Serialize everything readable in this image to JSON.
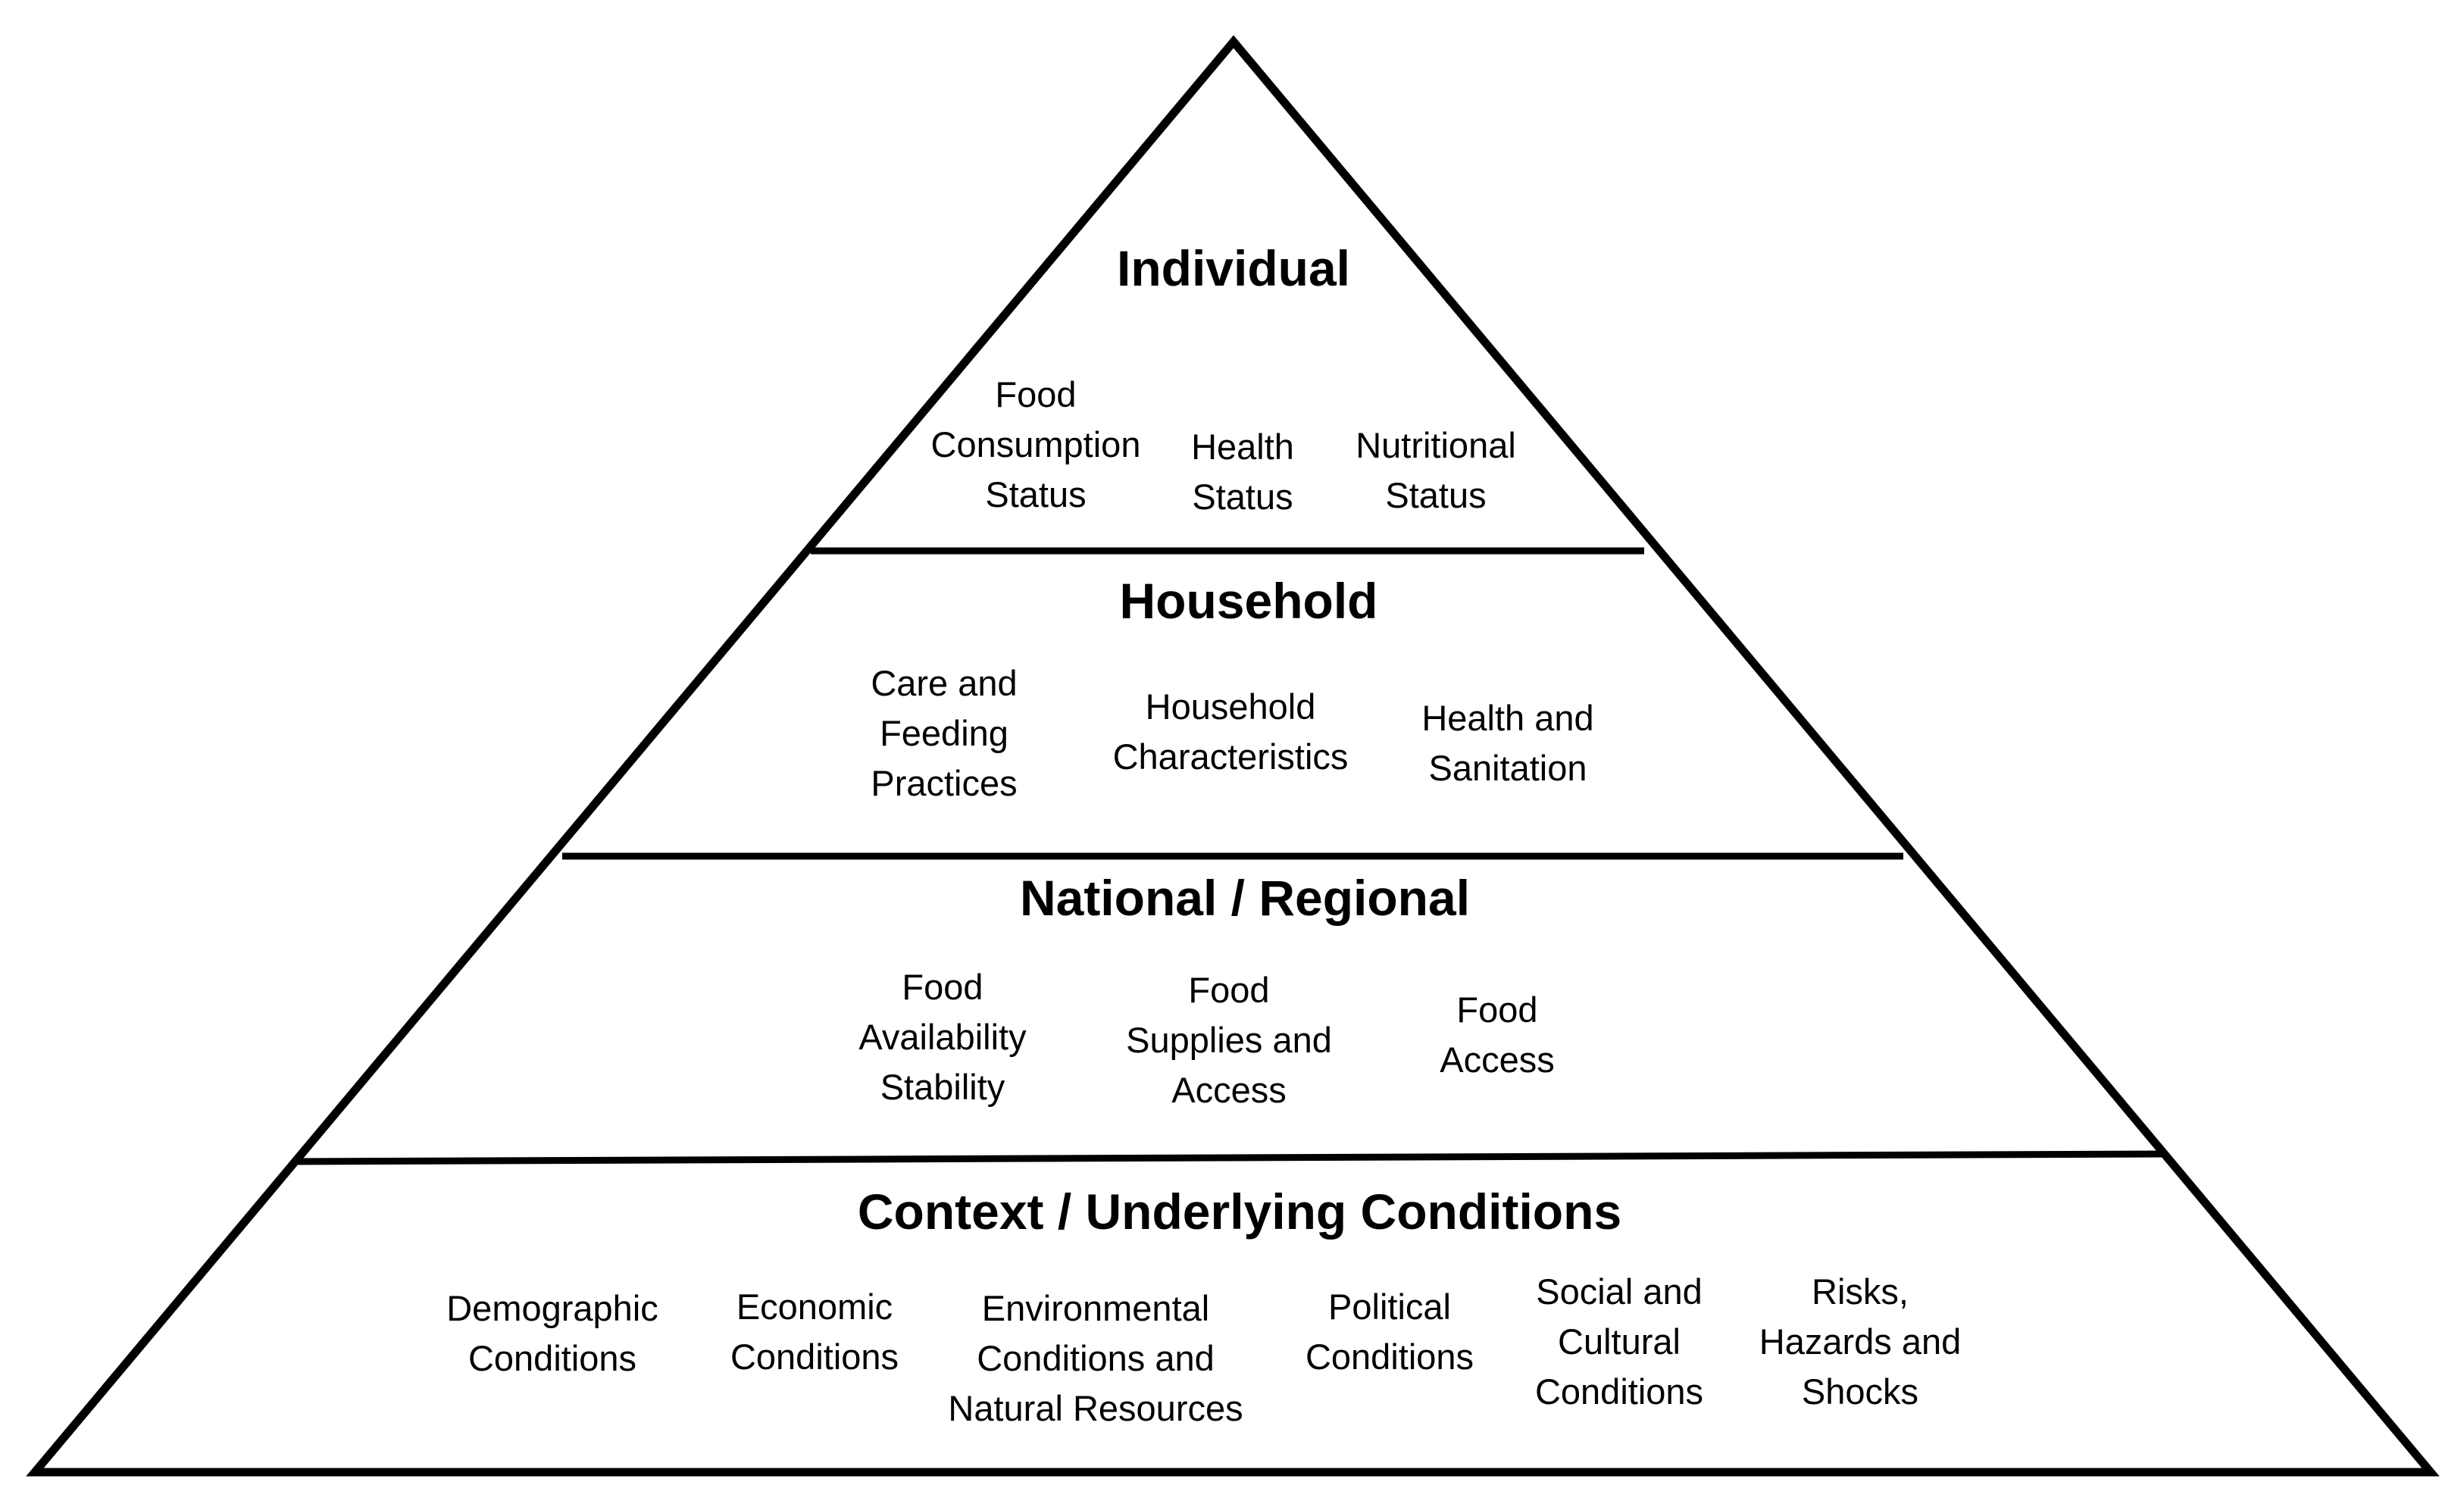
{
  "tiers": [
    {
      "title": "Individual",
      "items": [
        "Food\nConsumption\nStatus",
        "Health\nStatus",
        "Nutritional\nStatus"
      ]
    },
    {
      "title": "Household",
      "items": [
        "Care and\nFeeding\nPractices",
        "Household\nCharacteristics",
        "Health and\nSanitation"
      ]
    },
    {
      "title": "National / Regional",
      "items": [
        "Food\nAvailability\nStability",
        "Food\nSupplies and\nAccess",
        "Food\nAccess"
      ]
    },
    {
      "title": "Context / Underlying Conditions",
      "items": [
        "Demographic\nConditions",
        "Economic\nConditions",
        "Environmental\nConditions and\nNatural Resources",
        "Political\nConditions",
        "Social and\nCultural\nConditions",
        "Risks,\nHazards and\nShocks"
      ]
    }
  ]
}
